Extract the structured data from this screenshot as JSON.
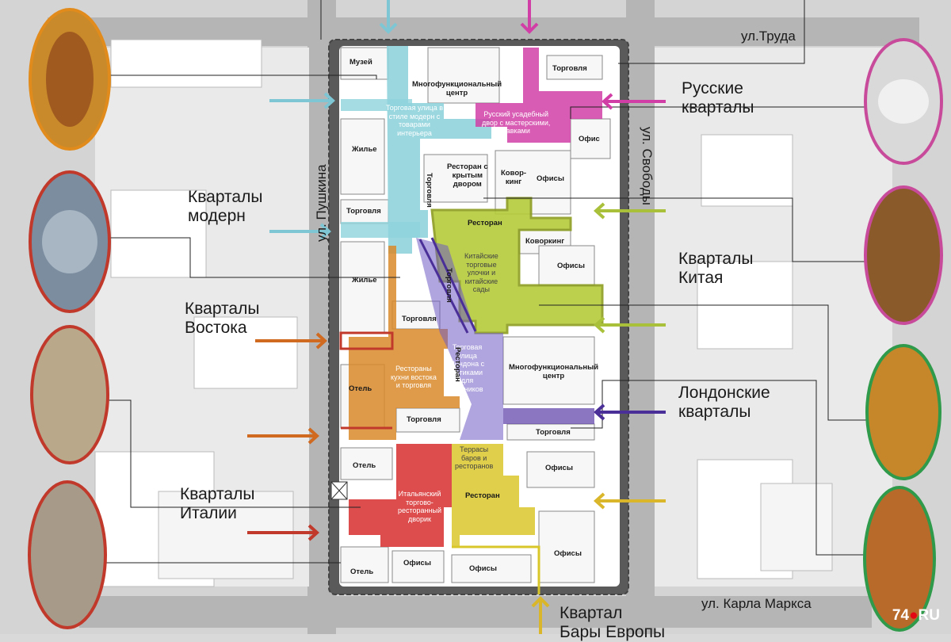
{
  "streets": {
    "top": "ул.Труда",
    "bottom": "ул. Карла Маркса",
    "left": "ул. Пушкина",
    "right": "ул. Свободы"
  },
  "districts": {
    "russian": "Русские\nкварталы",
    "modern": "Кварталы\nмодерн",
    "china": "Кварталы\nКитая",
    "east": "Кварталы\nВостока",
    "london": "Лондонские\nкварталы",
    "italy": "Кварталы\nИталии",
    "paris": "Квартал\nБары Европы"
  },
  "blocks": {
    "museum": "Музей",
    "trade_top": "Торговля",
    "multi_top": "Многофункциональный\nцентр",
    "modern_street": "Торговая улица в\nстиле модерн с\nтоварами\nинтерьера",
    "russian_yard": "Русский усадебный\nдвор с мастерскими,\nлавками",
    "office_small": "Офис",
    "housing_top": "Жилье",
    "trade_vertical": "Торговля",
    "restaurant_covered": "Ресторан с\nкрытым\nдвором",
    "coworking_small": "Ковор-\nкинг",
    "offices_1": "Офисы",
    "trade_left": "Торговля",
    "restaurant_china": "Ресторан",
    "coworking": "Коворкинг",
    "offices_2": "Офисы",
    "china_streets": "Китайские\nторговые\nулочки и\nкитайские\nсады",
    "housing_mid": "Жилье",
    "trade_diag": "Торговля",
    "trade_mid": "Торговля",
    "london_street": "Торговая\nулица\nЛондона с\nбутиками\nдля\nмодников",
    "restaurant_vert": "Ресторан",
    "multi_mid": "Многофункциональный\nцентр",
    "east_restaurants": "Рестораны\nкухни востока\nи торговля",
    "hotel_1": "Отель",
    "trade_low": "Торговля",
    "trade_right": "Торговля",
    "terraces": "Террасы\nбаров и\nресторанов",
    "offices_3": "Офисы",
    "hotel_2": "Отель",
    "italy_yard": "Итальянский\nторгово-\nресторанный\nдворик",
    "restaurant_low": "Ресторан",
    "offices_4": "Офисы",
    "hotel_3": "Отель",
    "offices_5": "Офисы",
    "offices_6": "Офисы"
  },
  "colors": {
    "cyan": "#8fd3dc",
    "magenta": "#d13fa6",
    "lime": "#b5cc3a",
    "orange": "#d98a2a",
    "purple": "#5a3ca8",
    "red": "#d93a3a",
    "yellow": "#d9c72a",
    "road": "#b8b8b8"
  },
  "logo": {
    "number": "74",
    "dot": "●",
    "suffix": "RU"
  }
}
